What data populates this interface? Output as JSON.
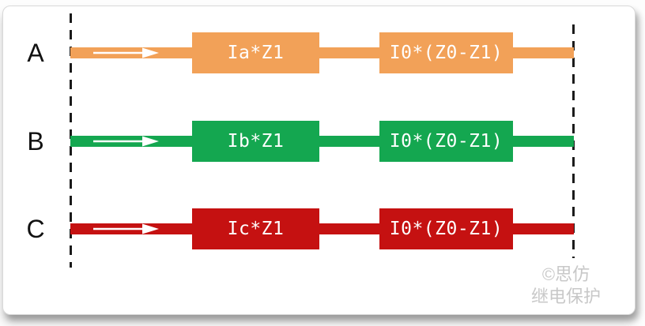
{
  "phases": [
    {
      "label": "A",
      "color": "#F2A158",
      "block1_label": "Ia*Z1",
      "block2_label": "I0*(Z0-Z1)"
    },
    {
      "label": "B",
      "color": "#14A750",
      "block1_label": "Ib*Z1",
      "block2_label": "I0*(Z0-Z1)"
    },
    {
      "label": "C",
      "color": "#C51111",
      "block1_label": "Ic*Z1",
      "block2_label": "I0*(Z0-Z1)"
    }
  ],
  "watermark": {
    "line1": "©思仿",
    "line2": "继电保护",
    "color": "#C8C8C8"
  },
  "styles": {
    "arrow_color": "#FFFFFF",
    "dash_color": "#1B1B1B",
    "label_color": "#111111",
    "block_text_color": "#FFFFFF"
  }
}
